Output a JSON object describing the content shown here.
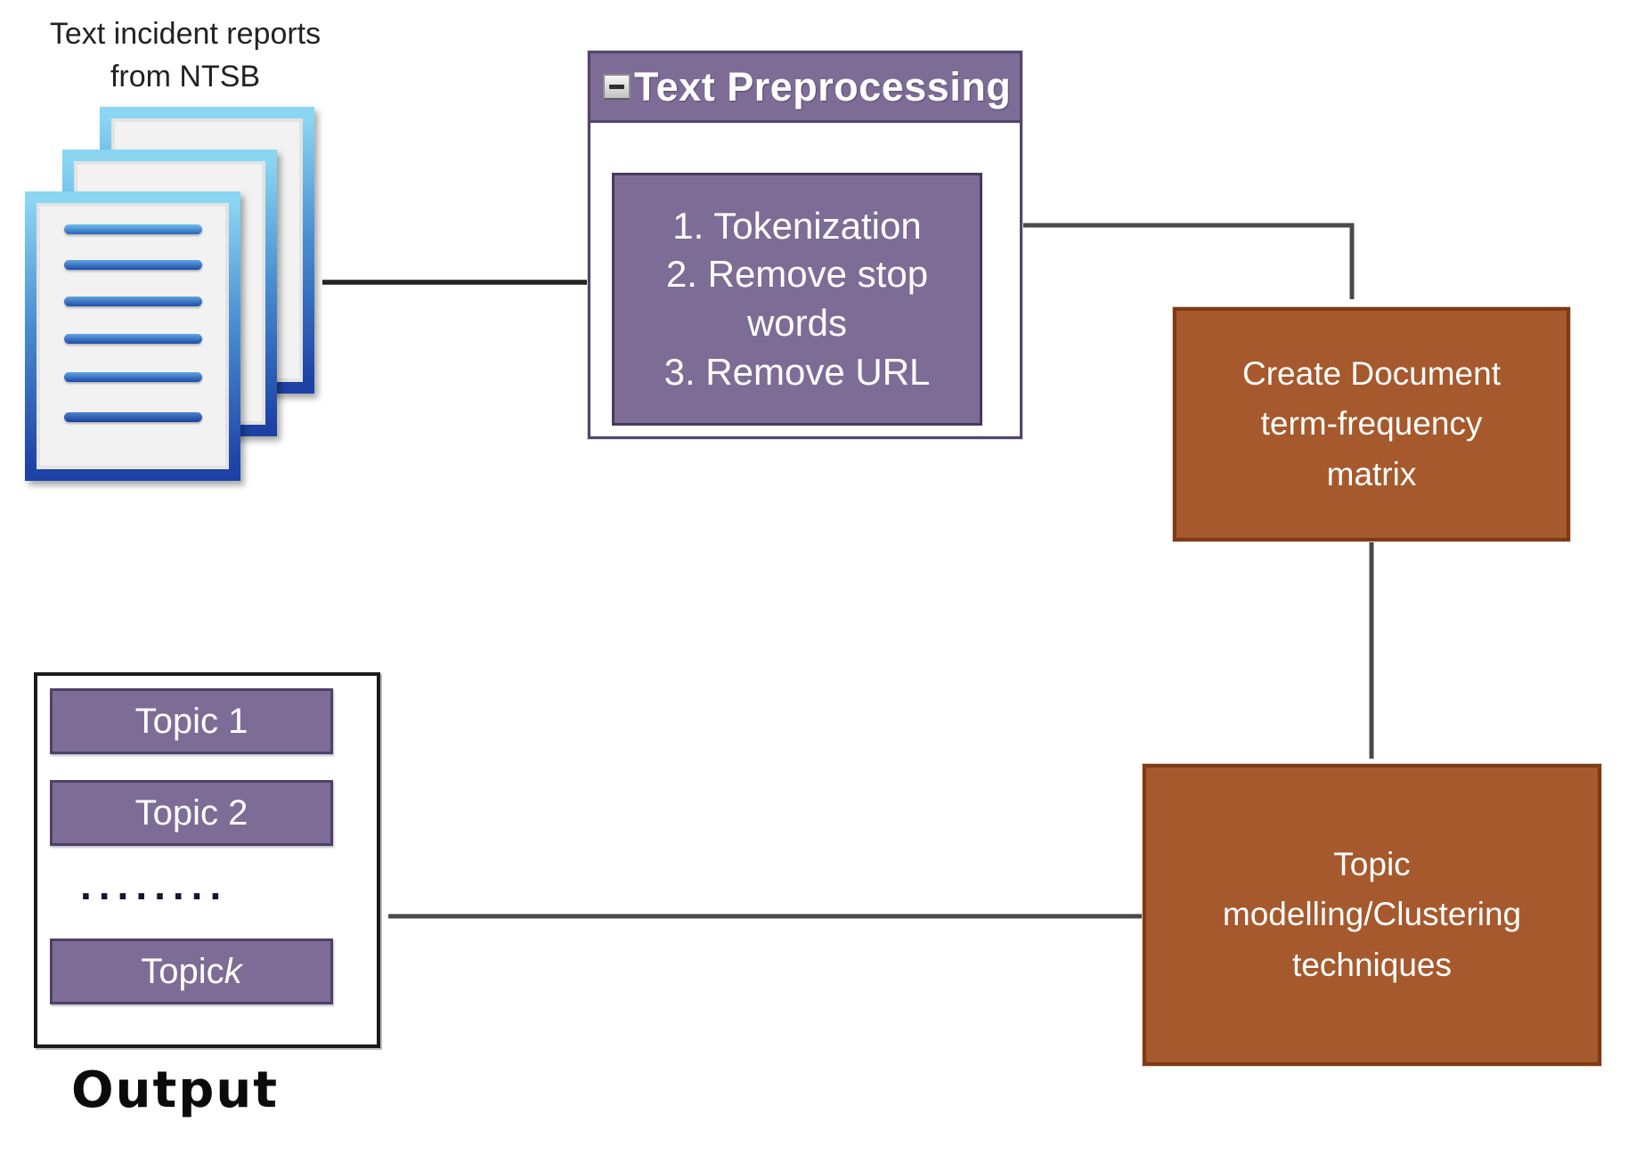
{
  "colors": {
    "purple": "#7d6c95",
    "purple-border": "#52466e",
    "brown": "#a6592c",
    "brown-border": "#7c3a16",
    "connector": "#4a4a4a",
    "arrow-black": "#222222",
    "doc-blue-light": "#8ad6f2",
    "doc-blue-dark": "#1d41a5",
    "line-blue-light": "#5fa4e0",
    "line-blue-dark": "#1d4ba8"
  },
  "source": {
    "label_line1": "Text incident reports",
    "label_line2": "from NTSB"
  },
  "preprocessing": {
    "title": "Text Preprocessing",
    "steps": [
      "1. Tokenization",
      "2. Remove stop words",
      "3. Remove URL"
    ]
  },
  "dtm_label": "Create Document term-frequency matrix",
  "topic_modelling_label": "Topic modelling/Clustering techniques",
  "output": {
    "topics": [
      {
        "prefix": "Topic 1",
        "suffix": ""
      },
      {
        "prefix": "Topic 2",
        "suffix": ""
      },
      {
        "prefix": "Topic ",
        "suffix": "k"
      }
    ],
    "ellipsis": "........",
    "label": "Output"
  }
}
